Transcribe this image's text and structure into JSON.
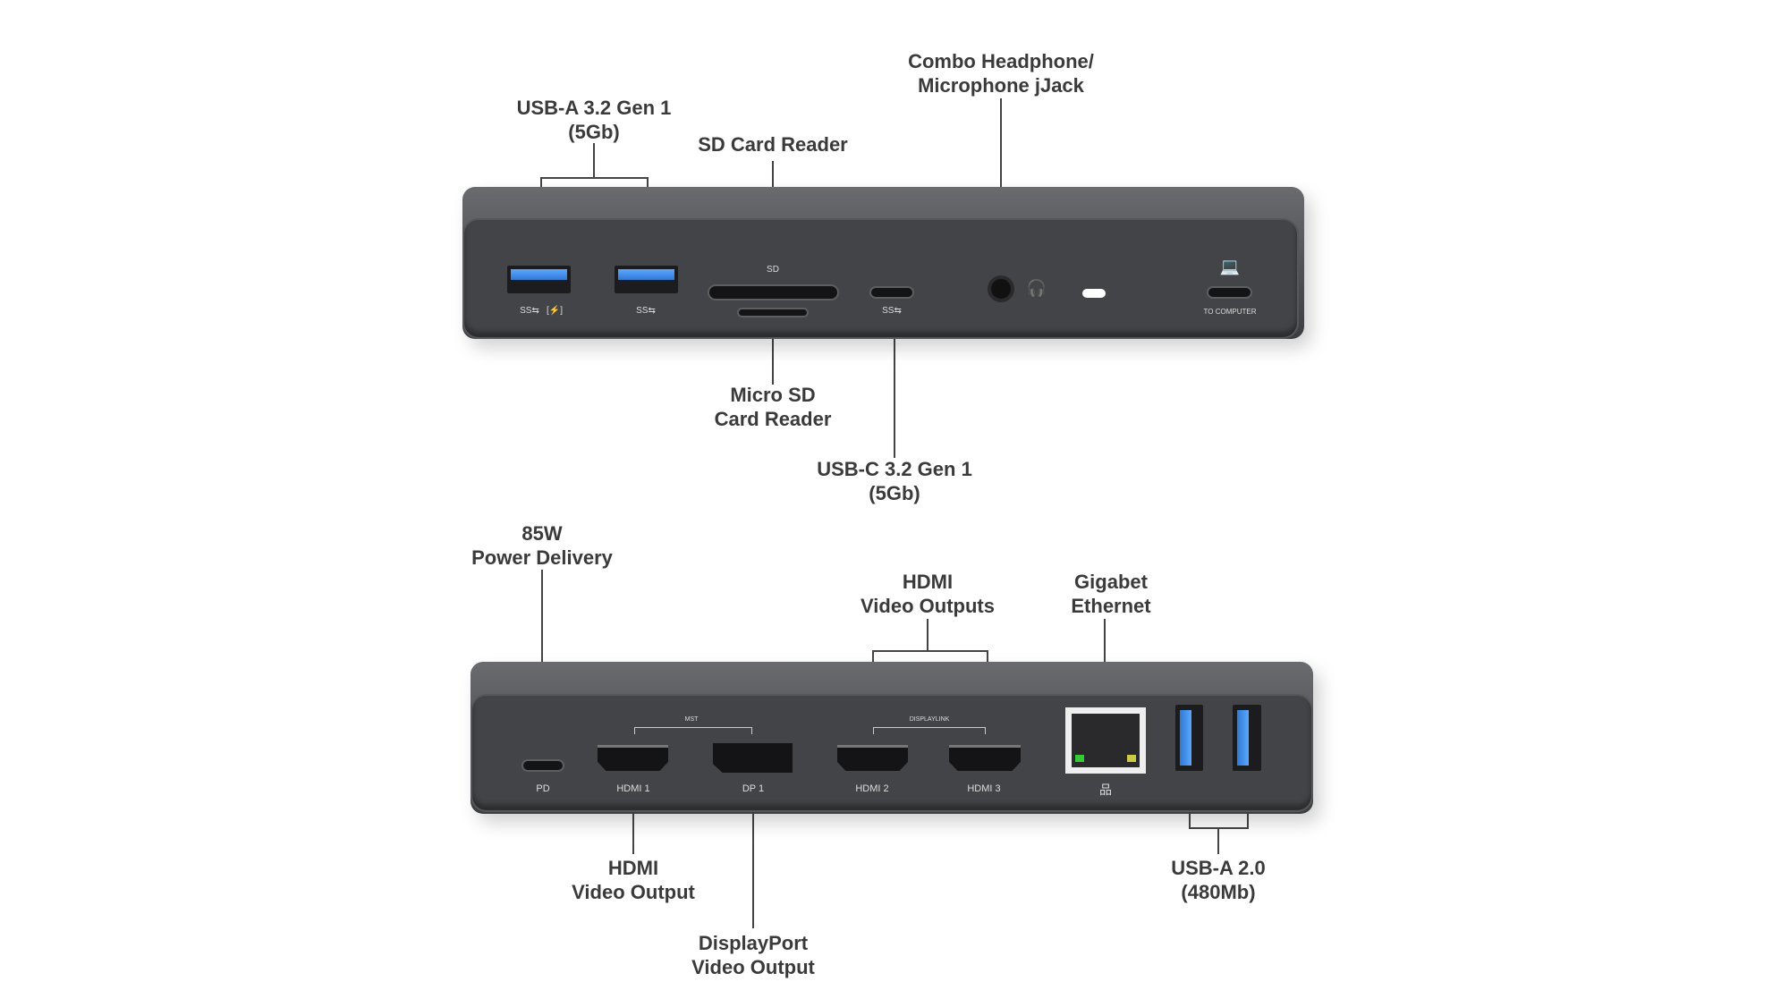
{
  "top_dock": {
    "callouts": {
      "usb_a_32": [
        "USB-A 3.2 Gen 1",
        "(5Gb)"
      ],
      "sd_card": [
        "SD Card Reader"
      ],
      "audio": [
        "Combo Headphone/",
        "Microphone jJack"
      ],
      "micro_sd": [
        "Micro SD",
        "Card Reader"
      ],
      "usb_c_32": [
        "USB-C 3.2 Gen 1",
        "(5Gb)"
      ]
    },
    "port_markings": {
      "sd": "SD",
      "ss_usb": "SS⇆",
      "charge": "[⚡]",
      "to_computer": "TO COMPUTER"
    }
  },
  "bottom_dock": {
    "callouts": {
      "power": [
        "85W",
        "Power Delivery"
      ],
      "hdmi_outputs": [
        "HDMI",
        "Video Outputs"
      ],
      "ethernet": [
        "Gigabet",
        "Ethernet"
      ],
      "hdmi_output": [
        "HDMI",
        "Video Output"
      ],
      "displayport": [
        "DisplayPort",
        "Video Output"
      ],
      "usb_a_20": [
        "USB-A 2.0",
        "(480Mb)"
      ]
    },
    "port_markings": {
      "pd": "PD",
      "hdmi1": "HDMI 1",
      "dp1": "DP 1",
      "hdmi2": "HDMI 2",
      "hdmi3": "HDMI 3",
      "mst": "MST",
      "displaylink": "DISPLAYLINK",
      "network": "品"
    }
  },
  "colors": {
    "usb3_blue": "#3a8cf0",
    "body": "#434447"
  }
}
